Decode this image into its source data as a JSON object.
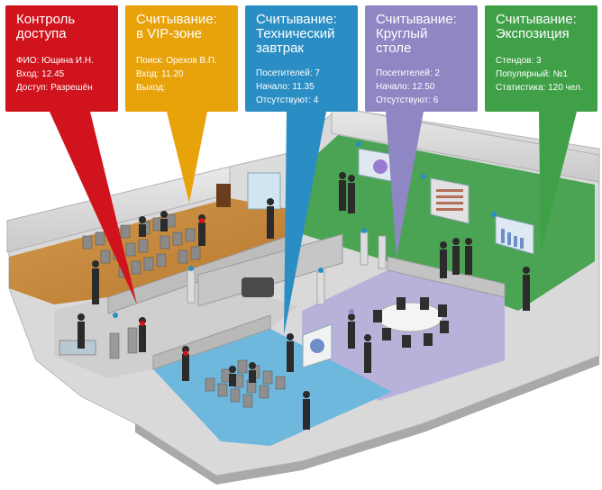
{
  "colors": {
    "access": "#d0131c",
    "vip": "#e8a20a",
    "breakfast": "#2a8ec4",
    "roundtable": "#8f86c4",
    "exposition": "#3fa047"
  },
  "cards": [
    {
      "title": "Контроль\nдоступа",
      "lines": [
        "ФИО: Ющина И.Н.",
        "Вход: 12.45",
        "Доступ: Разрешён"
      ]
    },
    {
      "title": "Считывание:\nв VIP-зоне",
      "lines": [
        "Поиск: Орехов В.П.",
        "Вход: 11.20",
        "Выход:"
      ]
    },
    {
      "title": "Считывание:\nТехнический\nзавтрак",
      "lines": [
        "Посетителей: 7",
        "Начало: 11.35",
        "Отсутствуют: 4"
      ]
    },
    {
      "title": "Считывание:\nКруглый\nстоле",
      "lines": [
        "Посетителей: 2",
        "Начало: 12.50",
        "Отсутствуют: 6"
      ]
    },
    {
      "title": "Считывание:\nЭкспозиция",
      "lines": [
        "Стендов: 3",
        "Популярный: №1",
        "Статистика: 120 чел."
      ]
    }
  ],
  "icons": {
    "people": "person-icon",
    "chairs": "chair-icon",
    "table": "round-table-icon",
    "screens": "presentation-screen-icon",
    "readers": "rfid-reader-icon",
    "turnstile": "turnstile-icon",
    "sofa": "sofa-icon",
    "podium": "podium-icon"
  }
}
